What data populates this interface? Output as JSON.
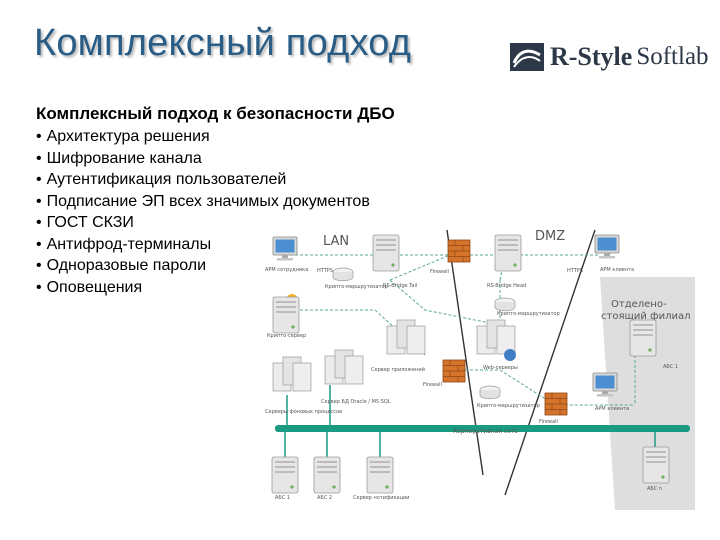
{
  "slide": {
    "title": "Комплексный подход",
    "logo_text_bold": "R-Style",
    "logo_text": "Softlab",
    "subtitle": "Комплексный подход к безопасности ДБО",
    "bullets": [
      "Архитектура решения",
      "Шифрование канала",
      "Аутентификация пользователей",
      "Подписание ЭП всех значимых документов",
      "ГОСТ СКЗИ",
      "Антифрод-терминалы",
      "Одноразовые пароли",
      "Оповещения"
    ]
  },
  "diagram": {
    "zones": {
      "lan": "LAN",
      "dmz": "DMZ",
      "branch": "Отделено-стоящий филиал"
    },
    "labels": {
      "arm_left": "АРМ сотрудника",
      "http_left": "HTTPS",
      "firewall1": "Firewall",
      "rs_bridge_tail": "RS-Bridge Tail",
      "rs_bridge_head": "RS-Bridge Head",
      "crypto_left": "Крипто-маршрутизатор",
      "crypto_mid": "Крипто-маршрутизатор",
      "crypto_right": "Крипто-маршрутизатор",
      "auth_server": "Крипто-сервер",
      "app_server": "Сервер приложений",
      "web_servers": "Web-серверы",
      "firewall2": "Firewall",
      "firewall3": "Firewall",
      "bg_servers": "Серверы фоновых процессов",
      "db_server": "Сервер БД Oracle / MS SQL",
      "arm_right": "АРМ клиента",
      "https_right": "HTTPS",
      "abs_branch": "АБС 1",
      "arm_branch": "АРМ клиента",
      "bus": "Корпоративная сеть",
      "abs1": "АБС 1",
      "abs2": "АБС 2",
      "notify": "Сервер нотификации",
      "abs_n": "АБС n"
    },
    "colors": {
      "branch_bg": "#dcdcdc",
      "bus": "#1b9a82",
      "link": "#5aa89a",
      "firewall": "#d6732a",
      "server": "#e3e3e3"
    }
  }
}
